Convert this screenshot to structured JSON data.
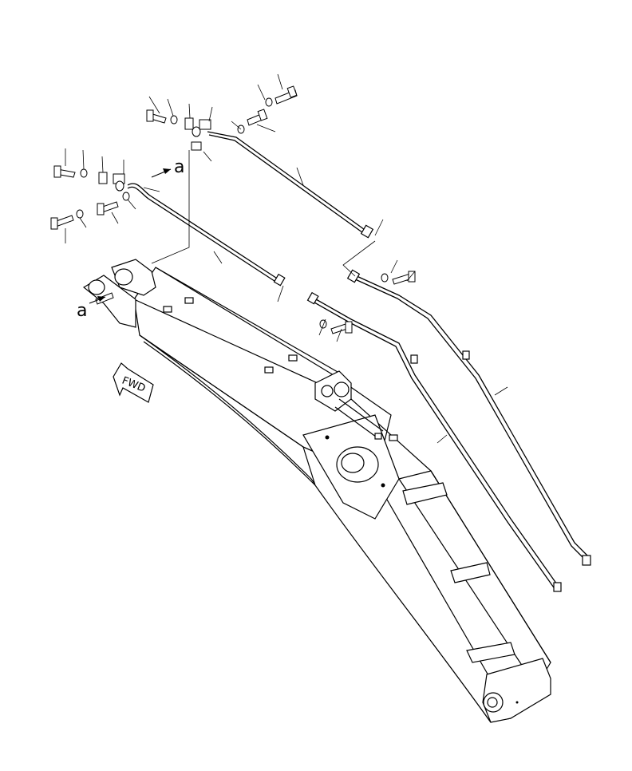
{
  "diagram": {
    "callout_a_top": "a",
    "callout_a_left": "a",
    "fwd_label": "FWD"
  }
}
